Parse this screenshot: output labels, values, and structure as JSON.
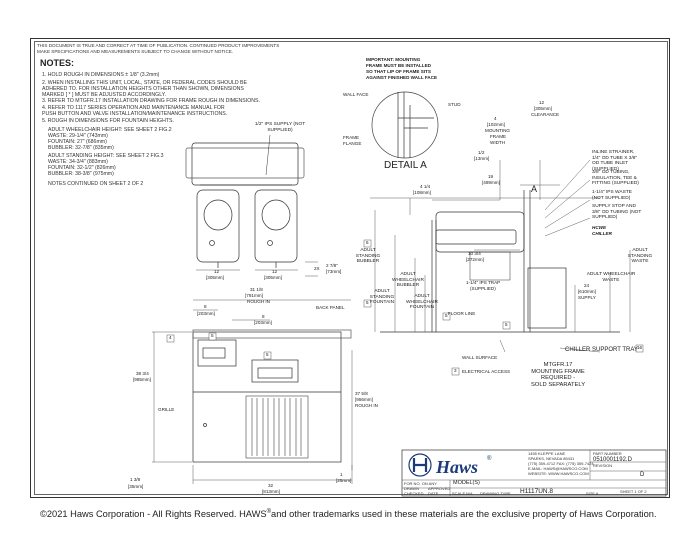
{
  "disclaimer": [
    "THIS DOCUMENT IS TRUE AND CORRECT AT TIME OF PUBLICATION. CONTINUED PRODUCT IMPROVEMENTS",
    "MAKE SPECIFICATIONS AND MEASUREMENTS SUBJECT TO CHANGE WITHOUT NOTICE."
  ],
  "notes": {
    "title": "NOTES:",
    "lines": [
      "1.  HOLD ROUGH IN DIMENSIONS ± 1/8\" (3.2mm)",
      "2.  WHEN INSTALLING THIS UNIT, LOCAL, STATE, OR FEDERAL CODES SHOULD BE",
      "     ADHERED TO. FOR INSTALLATION HEIGHTS OTHER THAN SHOWN, DIMENSIONS",
      "     MARKED [ * ] MUST BE ADJUSTED ACCORDINGLY.",
      "3.  REFER TO MTGFR.17 INSTALLATION DRAWING FOR FRAME ROUGH IN DIMENSIONS.",
      "4.  REFER TO 1117 SERIES OPERATION AND MAINTENANCE MANUAL FOR",
      "     PUSH BUTTON AND VALVE INSTALLATION/MAINTENANCE INSTRUCTIONS.",
      "5.  ROUGH IN DIMENSIONS FOR FOUNTAIN HEIGHTS.",
      "ADULT WHEELCHAIR HEIGHT: SEE SHEET 2 FIG.2",
      "     WASTE: 29-1/4\" (743mm)",
      "     FOUNTAIN: 27\" (686mm)",
      "     BUBBLER: 32-7/8\" (835mm)",
      "ADULT STANDING HEIGHT: SEE SHEET 2 FIG.3",
      "     WASTE: 34-3/4\" (883mm)",
      "     FOUNTAIN: 32-1/2\" (826mm)",
      "     BUBBLER: 38-3/8\" (975mm)",
      "NOTES CONTINUED ON SHEET 2 OF 2"
    ]
  },
  "front_view": {
    "supply_label": "1/2\" IPS SUPPLY (NOT SUPPLIED)",
    "dim_12_left": "12",
    "dim_12_left_mm": "[305mm]",
    "dim_12_right": "12",
    "dim_12_right_mm": "[305mm]",
    "dim_2x": "2X",
    "dim_2x_val": "2 7/8\"",
    "dim_2x_mm": "[73mm]"
  },
  "elevation": {
    "rough_in": "31 1/8",
    "rough_in_mm": "[791mm]",
    "rough_in_label": "ROUGH IN",
    "back_panel": "BACK PANEL",
    "dim_8_left": "8",
    "dim_8_left_mm": "[203mm]",
    "dim_8_right": "8",
    "dim_8_right_mm": "[203mm]",
    "height": "38 3/4",
    "height_mm": "[985mm]",
    "grille": "GRILLE",
    "right_height": "37 5/8",
    "right_height_mm": "[956mm]",
    "right_rough": "ROUGH IN",
    "bottom_width": "32",
    "bottom_width_mm": "[813mm]",
    "bottom_left": "1 3/8",
    "bottom_left_mm": "[35mm]",
    "bottom_right": "1",
    "bottom_right_mm": "[25mm]",
    "tag_4": "4",
    "tag_5a": "5",
    "tag_5b": "5"
  },
  "detail": {
    "important": [
      "IMPORTANT: MOUNTING",
      "FRAME MUST BE INSTALLED",
      "SO THAT LIP OF FRAME SITS",
      "AGAINST FINISHED WALL FACE"
    ],
    "wall_face": "WALL FACE",
    "stud": "STUD",
    "frame_flange": [
      "FRAME",
      "FLANGE"
    ],
    "title": "DETAIL A"
  },
  "side_view": {
    "clearance": [
      "12",
      "[305mm]",
      "CLEARANCE"
    ],
    "mounting_frame_width": [
      "4",
      "[102mm]",
      "MOUNTING",
      "FRAME",
      "WIDTH"
    ],
    "dim_half": [
      "1/2",
      "[13mm]"
    ],
    "dim_19": [
      "19",
      "[489mm]"
    ],
    "dim_4": [
      "4 1/4",
      "[108mm]"
    ],
    "dim_10": [
      "10 3/4",
      "[272mm]"
    ],
    "callouts": [
      "INLINE STRAINER, 1/4\" OD TUBE X 3/8\" OD TUBE INLET (SUPPLIED)",
      "3/8\" OD TUBING, INSULATION, TEE & FITTING (SUPPLIED)",
      "1-1/4\" IPS WASTE (NOT SUPPLIED)",
      "SUPPLY STOP AND 3/8\" OD TUBING (NOT SUPPLIED)"
    ],
    "hcwe_chiller": [
      "HCWE",
      "CHILLER"
    ],
    "adult_standing_bubbler": [
      "ADULT",
      "STANDING",
      "BUBBLER"
    ],
    "adult_wheelchair_bubbler": [
      "ADULT",
      "WHEELCHAIR",
      "BUBBLER"
    ],
    "adult_standing_fountain": [
      "ADULT",
      "STANDING",
      "FOUNTAIN"
    ],
    "adult_wheelchair_fountain": [
      "ADULT",
      "WHEELCHAIR",
      "FOUNTAIN"
    ],
    "trap": [
      "1-1/4\" IPS TRAP",
      "(SUPPLIED)"
    ],
    "floor_line": "FLOOR LINE",
    "adult_standing_waste": [
      "ADULT",
      "STANDING",
      "WASTE"
    ],
    "adult_wheelchair_waste": [
      "ADULT WHEELCHAIR",
      "WASTE"
    ],
    "supply_dim": [
      "24",
      "[610mm]",
      "SUPPLY"
    ],
    "chiller_tray": "CHILLER SUPPORT TRAY",
    "tag_16": "16",
    "wall_surface": "WALL SURFACE",
    "electrical": "ELECTRICAL ACCESS",
    "mtgfr": [
      "MTGFR.17",
      "MOUNTING FRAME",
      "REQUIRED -",
      "SOLD SEPARATELY"
    ],
    "tag_3": "3",
    "tags": [
      "5",
      "5",
      "5",
      "5",
      "4",
      "3",
      "5"
    ],
    "section": "A"
  },
  "title_block": {
    "address": [
      "1455 KLEPPE LANE",
      "SPARKS, NEVADA  89431",
      "(775) 359-4712  FAX: (775) 359-7424",
      "E-MAIL: HAWS@HAWSCO.COM",
      "WEBSITE: WWW.HAWSCO.COM"
    ],
    "part_number_label": "PART NUMBER",
    "part_number": "0510001192.D",
    "revision_label": "REVISION",
    "revision": "D",
    "models_label": "MODEL(S)",
    "model": "H1117UN.8",
    "sheet": "SHEET 1 OF 2",
    "small_text": [
      "FOR NO. ON ANY",
      "DRAWN",
      "CHECKED",
      "APPROVED",
      "DATE",
      "SCALE",
      "N/A",
      "DRAWING TYPE",
      "SIZE A"
    ]
  },
  "brand": {
    "logo_text": "Haws",
    "registered": "®"
  },
  "copyright": {
    "prefix": "©2021 Haws Corporation - All Rights Reserved.  HAWS",
    "reg": "®",
    "suffix": "and other trademarks used in these materials are the exclusive property of Haws Corporation."
  }
}
